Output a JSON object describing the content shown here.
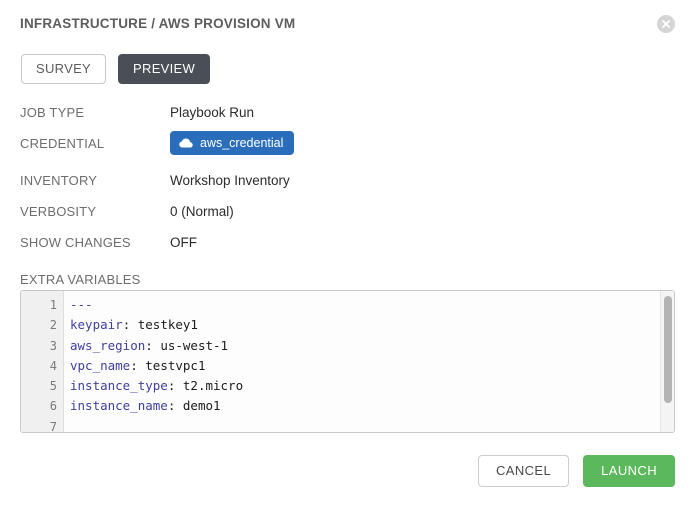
{
  "dialog": {
    "title": "INFRASTRUCTURE / AWS PROVISION VM",
    "close_icon": "close-circle-icon"
  },
  "tabs": [
    {
      "label": "SURVEY",
      "active": false
    },
    {
      "label": "PREVIEW",
      "active": true
    }
  ],
  "details": [
    {
      "label": "JOB TYPE",
      "value": "Playbook Run"
    },
    {
      "label": "CREDENTIAL",
      "value": "aws_credential",
      "badge": true,
      "icon": "cloud-icon"
    },
    {
      "label": "INVENTORY",
      "value": "Workshop Inventory"
    },
    {
      "label": "VERBOSITY",
      "value": "0 (Normal)"
    },
    {
      "label": "SHOW CHANGES",
      "value": "OFF"
    }
  ],
  "extra_variables": {
    "label": "EXTRA VARIABLES",
    "line_numbers": [
      "1",
      "2",
      "3",
      "4",
      "5",
      "6",
      "7"
    ],
    "lines": [
      {
        "doc": "---"
      },
      {
        "key": "keypair",
        "value": "testkey1"
      },
      {
        "key": "aws_region",
        "value": "us-west-1"
      },
      {
        "key": "vpc_name",
        "value": "testvpc1"
      },
      {
        "key": "instance_type",
        "value": "t2.micro"
      },
      {
        "key": "instance_name",
        "value": "demo1"
      },
      {
        "doc": ""
      }
    ],
    "raw_text": "---\nkeypair: testkey1\naws_region: us-west-1\nvpc_name: testvpc1\ninstance_type: t2.micro\ninstance_name: demo1\n"
  },
  "footer": {
    "cancel_label": "CANCEL",
    "launch_label": "LAUNCH"
  },
  "colors": {
    "accent_blue": "#2a6ebb",
    "launch_green": "#5cb85c",
    "tab_active": "#4a4f57",
    "yaml_key": "#3f3f9f",
    "label_gray": "#6d6d6d"
  }
}
